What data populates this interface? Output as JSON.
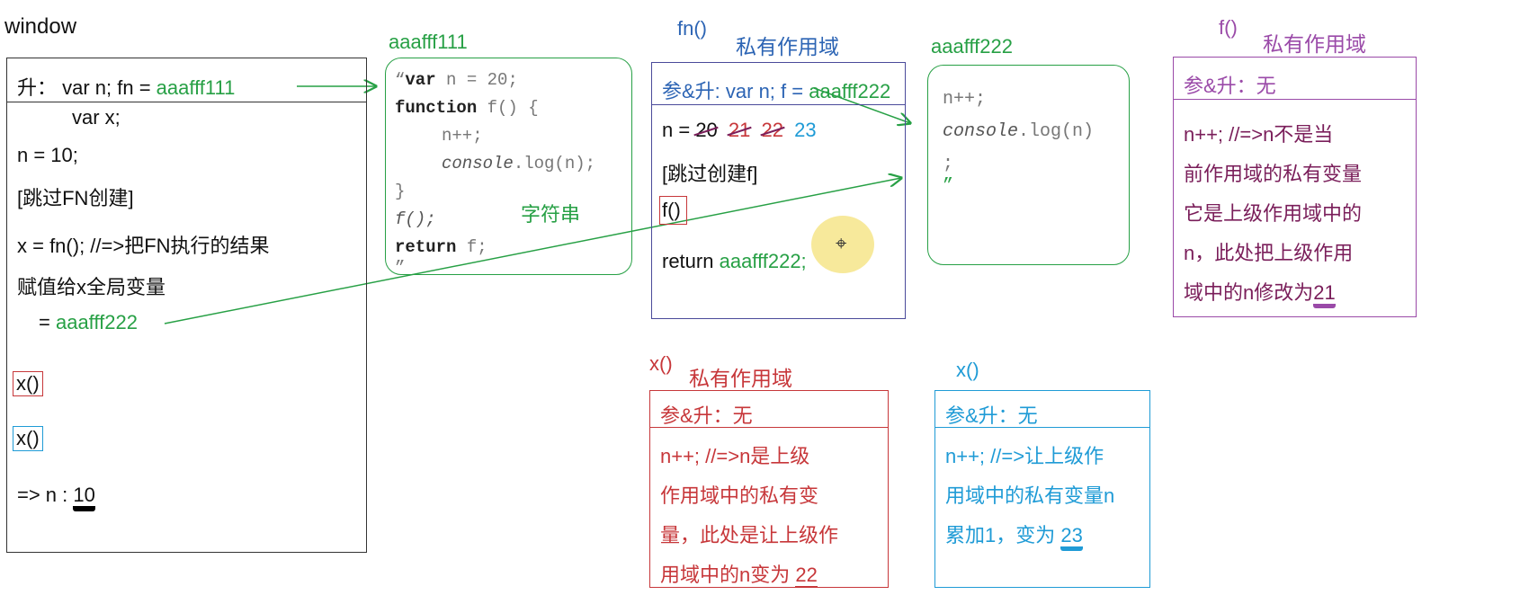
{
  "window": {
    "title": "window",
    "hoist": "升： var n;   fn = ",
    "hoist_addr": "aaafff111",
    "var_x": "var x;",
    "n_assign": "n = 10;",
    "skip_fn": "[跳过FN创建]",
    "x_call": "x = fn();  //=>把FN执行的结果",
    "x_call2": "赋值给x全局变量",
    "eq_prefix": "= ",
    "eq_addr": "aaafff222",
    "x1": "x()",
    "x2": "x()",
    "n_result_prefix": "=> n : ",
    "n_result_value": "10"
  },
  "heap111": {
    "label": "aaafff111",
    "quote_open": "“",
    "line1_kw": "var",
    "line1_rest": " n = 20;",
    "line2_kw": "function",
    "line2_rest": " f() {",
    "line3": "n++;",
    "line4_it": "console",
    "line4_rest": ".log(n);",
    "line5": "}",
    "line6": "f();",
    "line7_kw": "return",
    "line7_rest": " f;",
    "quote_close": "”",
    "tag": "字符串"
  },
  "fn_scope": {
    "name": "fn()",
    "title": "私有作用域",
    "header": "参&升: var n;  f = ",
    "header_addr": "aaafff222",
    "n_prefix": "n = ",
    "n_vals": [
      "20",
      "21",
      "22"
    ],
    "n_current": "23",
    "skip_f": "[跳过创建f]",
    "f_call": "f()",
    "return_kw": "return ",
    "return_addr": "aaafff222;"
  },
  "heap222": {
    "label": "aaafff222",
    "line1": "n++;",
    "line2_it": "console",
    "line2_rest": ".log(n)",
    "line3": ";",
    "line4": "”"
  },
  "f_scope": {
    "name": "f()",
    "title": "私有作用域",
    "header": "参&升：无",
    "body": [
      "n++;  //=>n不是当",
      "前作用域的私有变量",
      "它是上级作用域中的",
      "n，此处把上级作用",
      "域中的n修改为"
    ],
    "value": "21"
  },
  "x_scope_red": {
    "name": "x()",
    "title": "私有作用域",
    "header": "参&升：无",
    "body": [
      "n++; //=>n是上级",
      "作用域中的私有变",
      "量，此处是让上级作",
      "用域中的n变为 "
    ],
    "value": "22"
  },
  "x_scope_blue": {
    "name": "x()",
    "header": "参&升：无",
    "body": [
      "n++; //=>让上级作",
      "用域中的私有变量n",
      "累加1，变为 "
    ],
    "value": "23"
  },
  "colors": {
    "green": "#27a045",
    "blue": "#2c64b4",
    "red": "#c7373a",
    "purple": "#9a4aa8",
    "cyan": "#1f9bd6",
    "highlight": "#f4e27a"
  }
}
